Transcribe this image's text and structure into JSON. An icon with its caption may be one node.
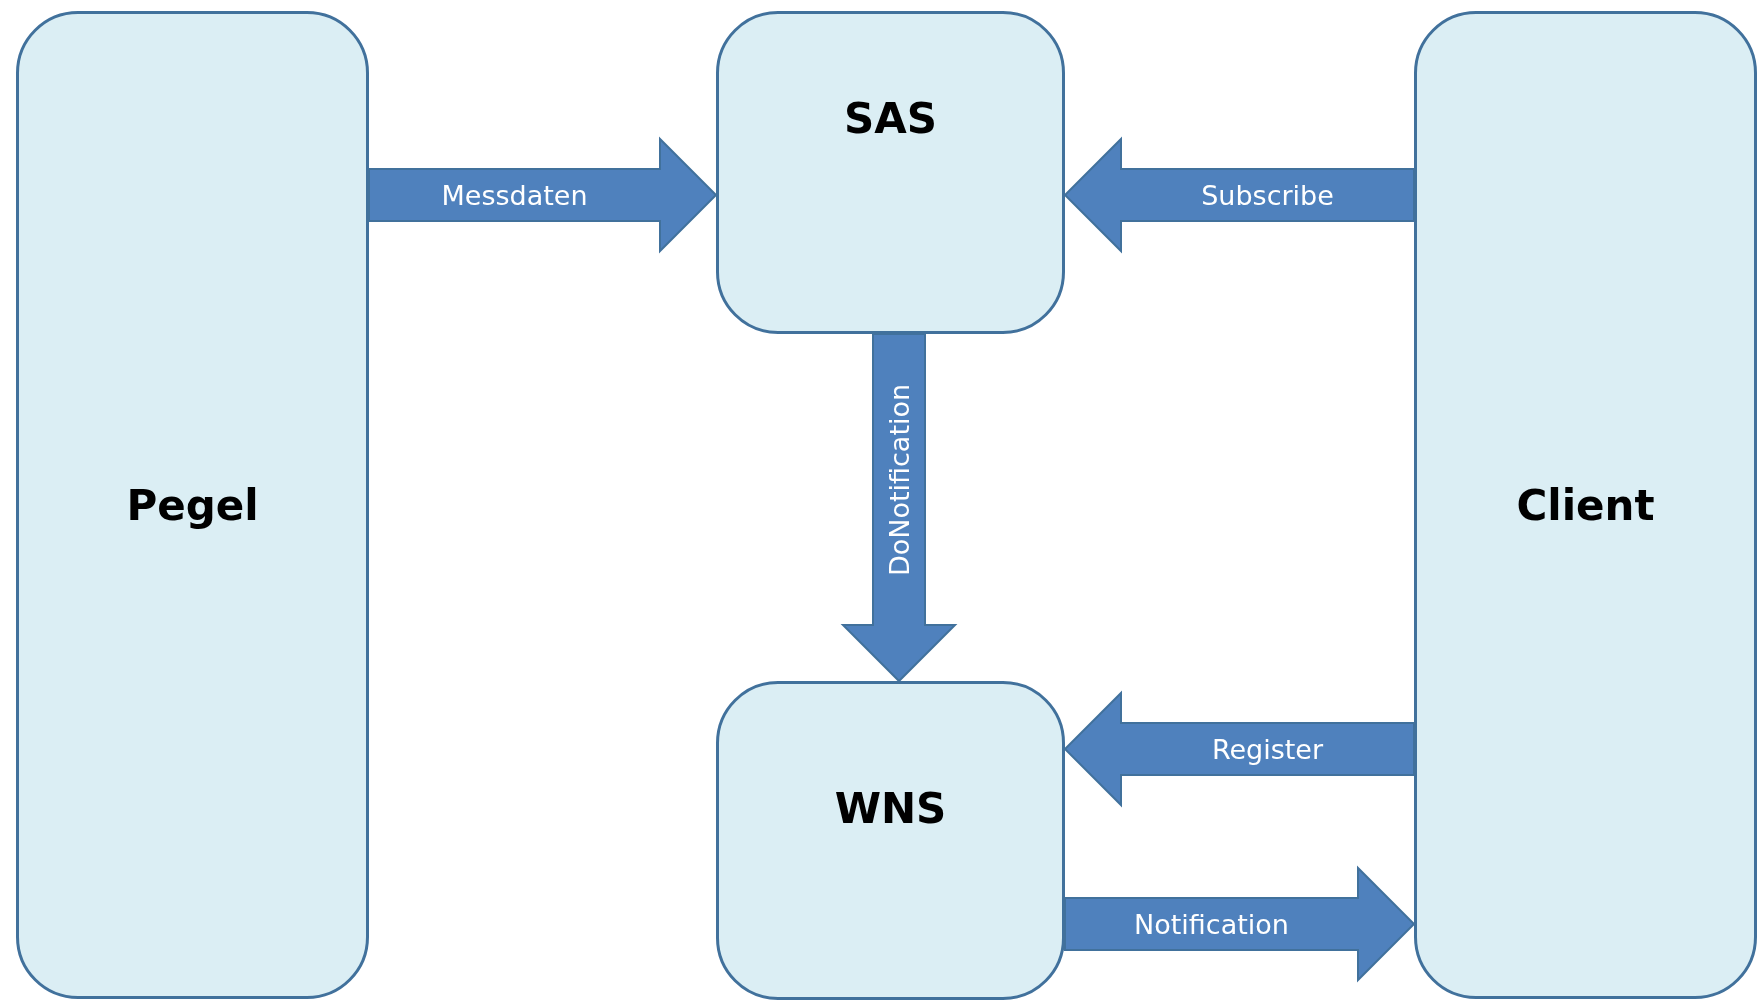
{
  "diagram": {
    "nodes": [
      {
        "text": [
          "Pegel"
        ]
      },
      {
        "text": [
          "SAS"
        ]
      },
      {
        "text": [
          "WNS"
        ]
      },
      {
        "text": [
          "Client"
        ]
      }
    ],
    "edges": [
      {
        "from": 0,
        "to": 1,
        "arrow": "to",
        "label": "Messdaten"
      },
      {
        "from": 3,
        "to": 1,
        "arrow": "to",
        "label": "Subscribe"
      },
      {
        "from": 1,
        "to": 2,
        "arrow": "to",
        "label": "DoNotification"
      },
      {
        "from": 3,
        "to": 2,
        "arrow": "to",
        "label": "Register"
      },
      {
        "from": 2,
        "to": 3,
        "arrow": "to",
        "label": "Notification"
      }
    ]
  }
}
